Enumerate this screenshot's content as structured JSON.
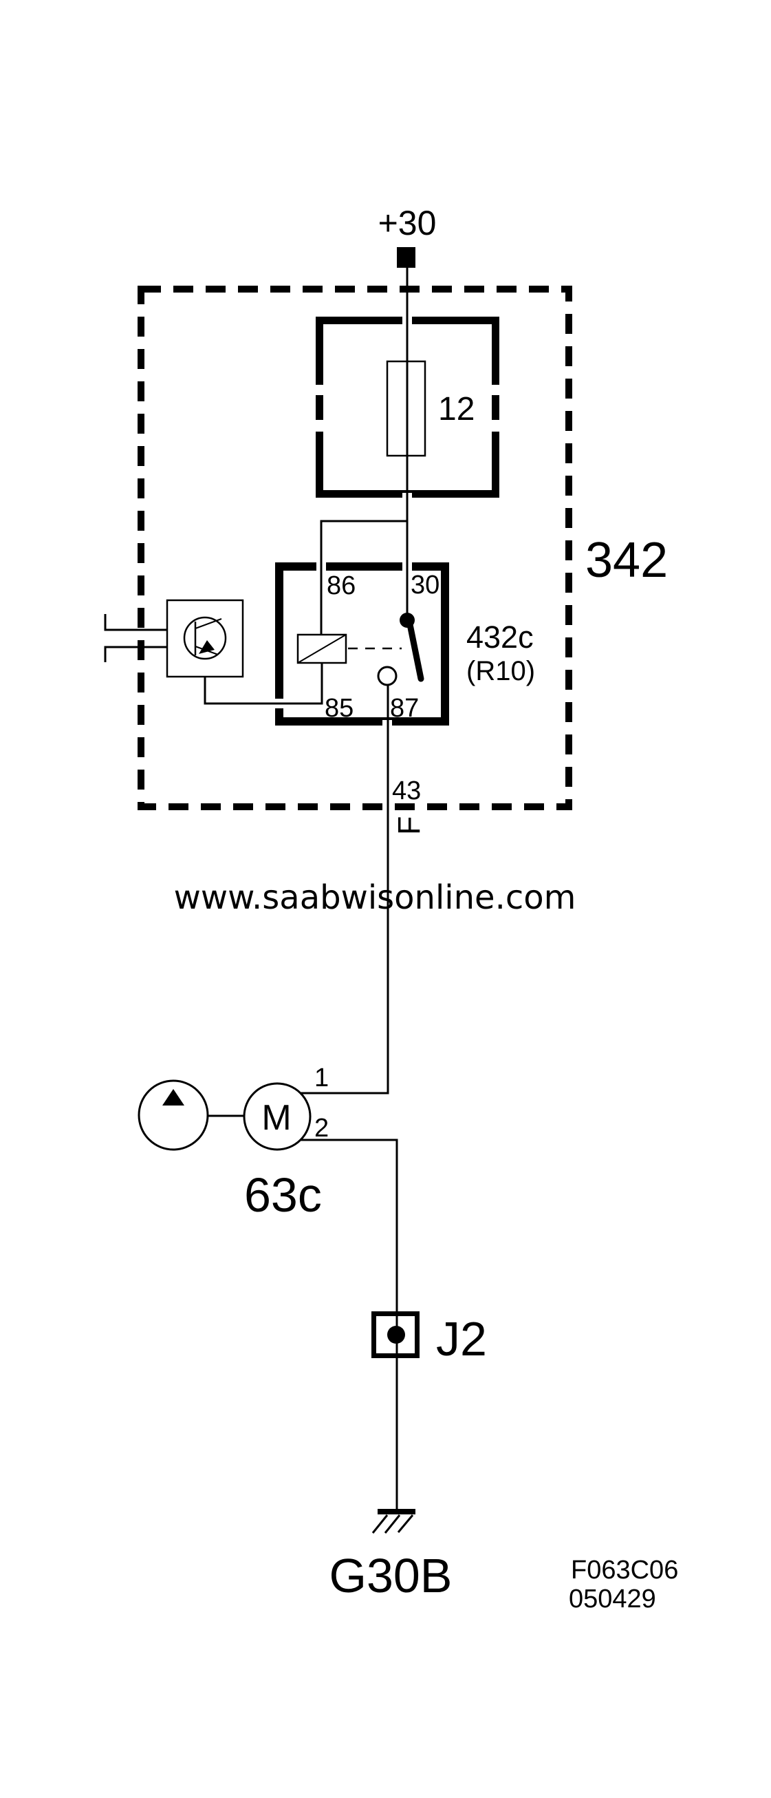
{
  "diagram": {
    "title_note": "wiring schematic",
    "power_label": "+30",
    "unit_342": {
      "label": "342"
    },
    "fuse": {
      "label": "12"
    },
    "relay": {
      "label": "432c",
      "sublabel": "(R10)",
      "pins": {
        "p86": "86",
        "p30": "30",
        "p85": "85",
        "p87": "87"
      }
    },
    "pin_43": "43",
    "connector_f": "F",
    "watermark": "www.saabwisonline.com",
    "pump": {
      "label": "63c",
      "motor_letter": "M",
      "pin_1": "1",
      "pin_2": "2"
    },
    "connector_j2": {
      "label": "J2"
    },
    "ground": {
      "label": "G30B"
    },
    "footer": {
      "figure_id": "F063C06",
      "date_code": "050429"
    }
  },
  "colors": {
    "line": "#000000",
    "watermark": "#7d7d7d",
    "background": "#ffffff"
  }
}
